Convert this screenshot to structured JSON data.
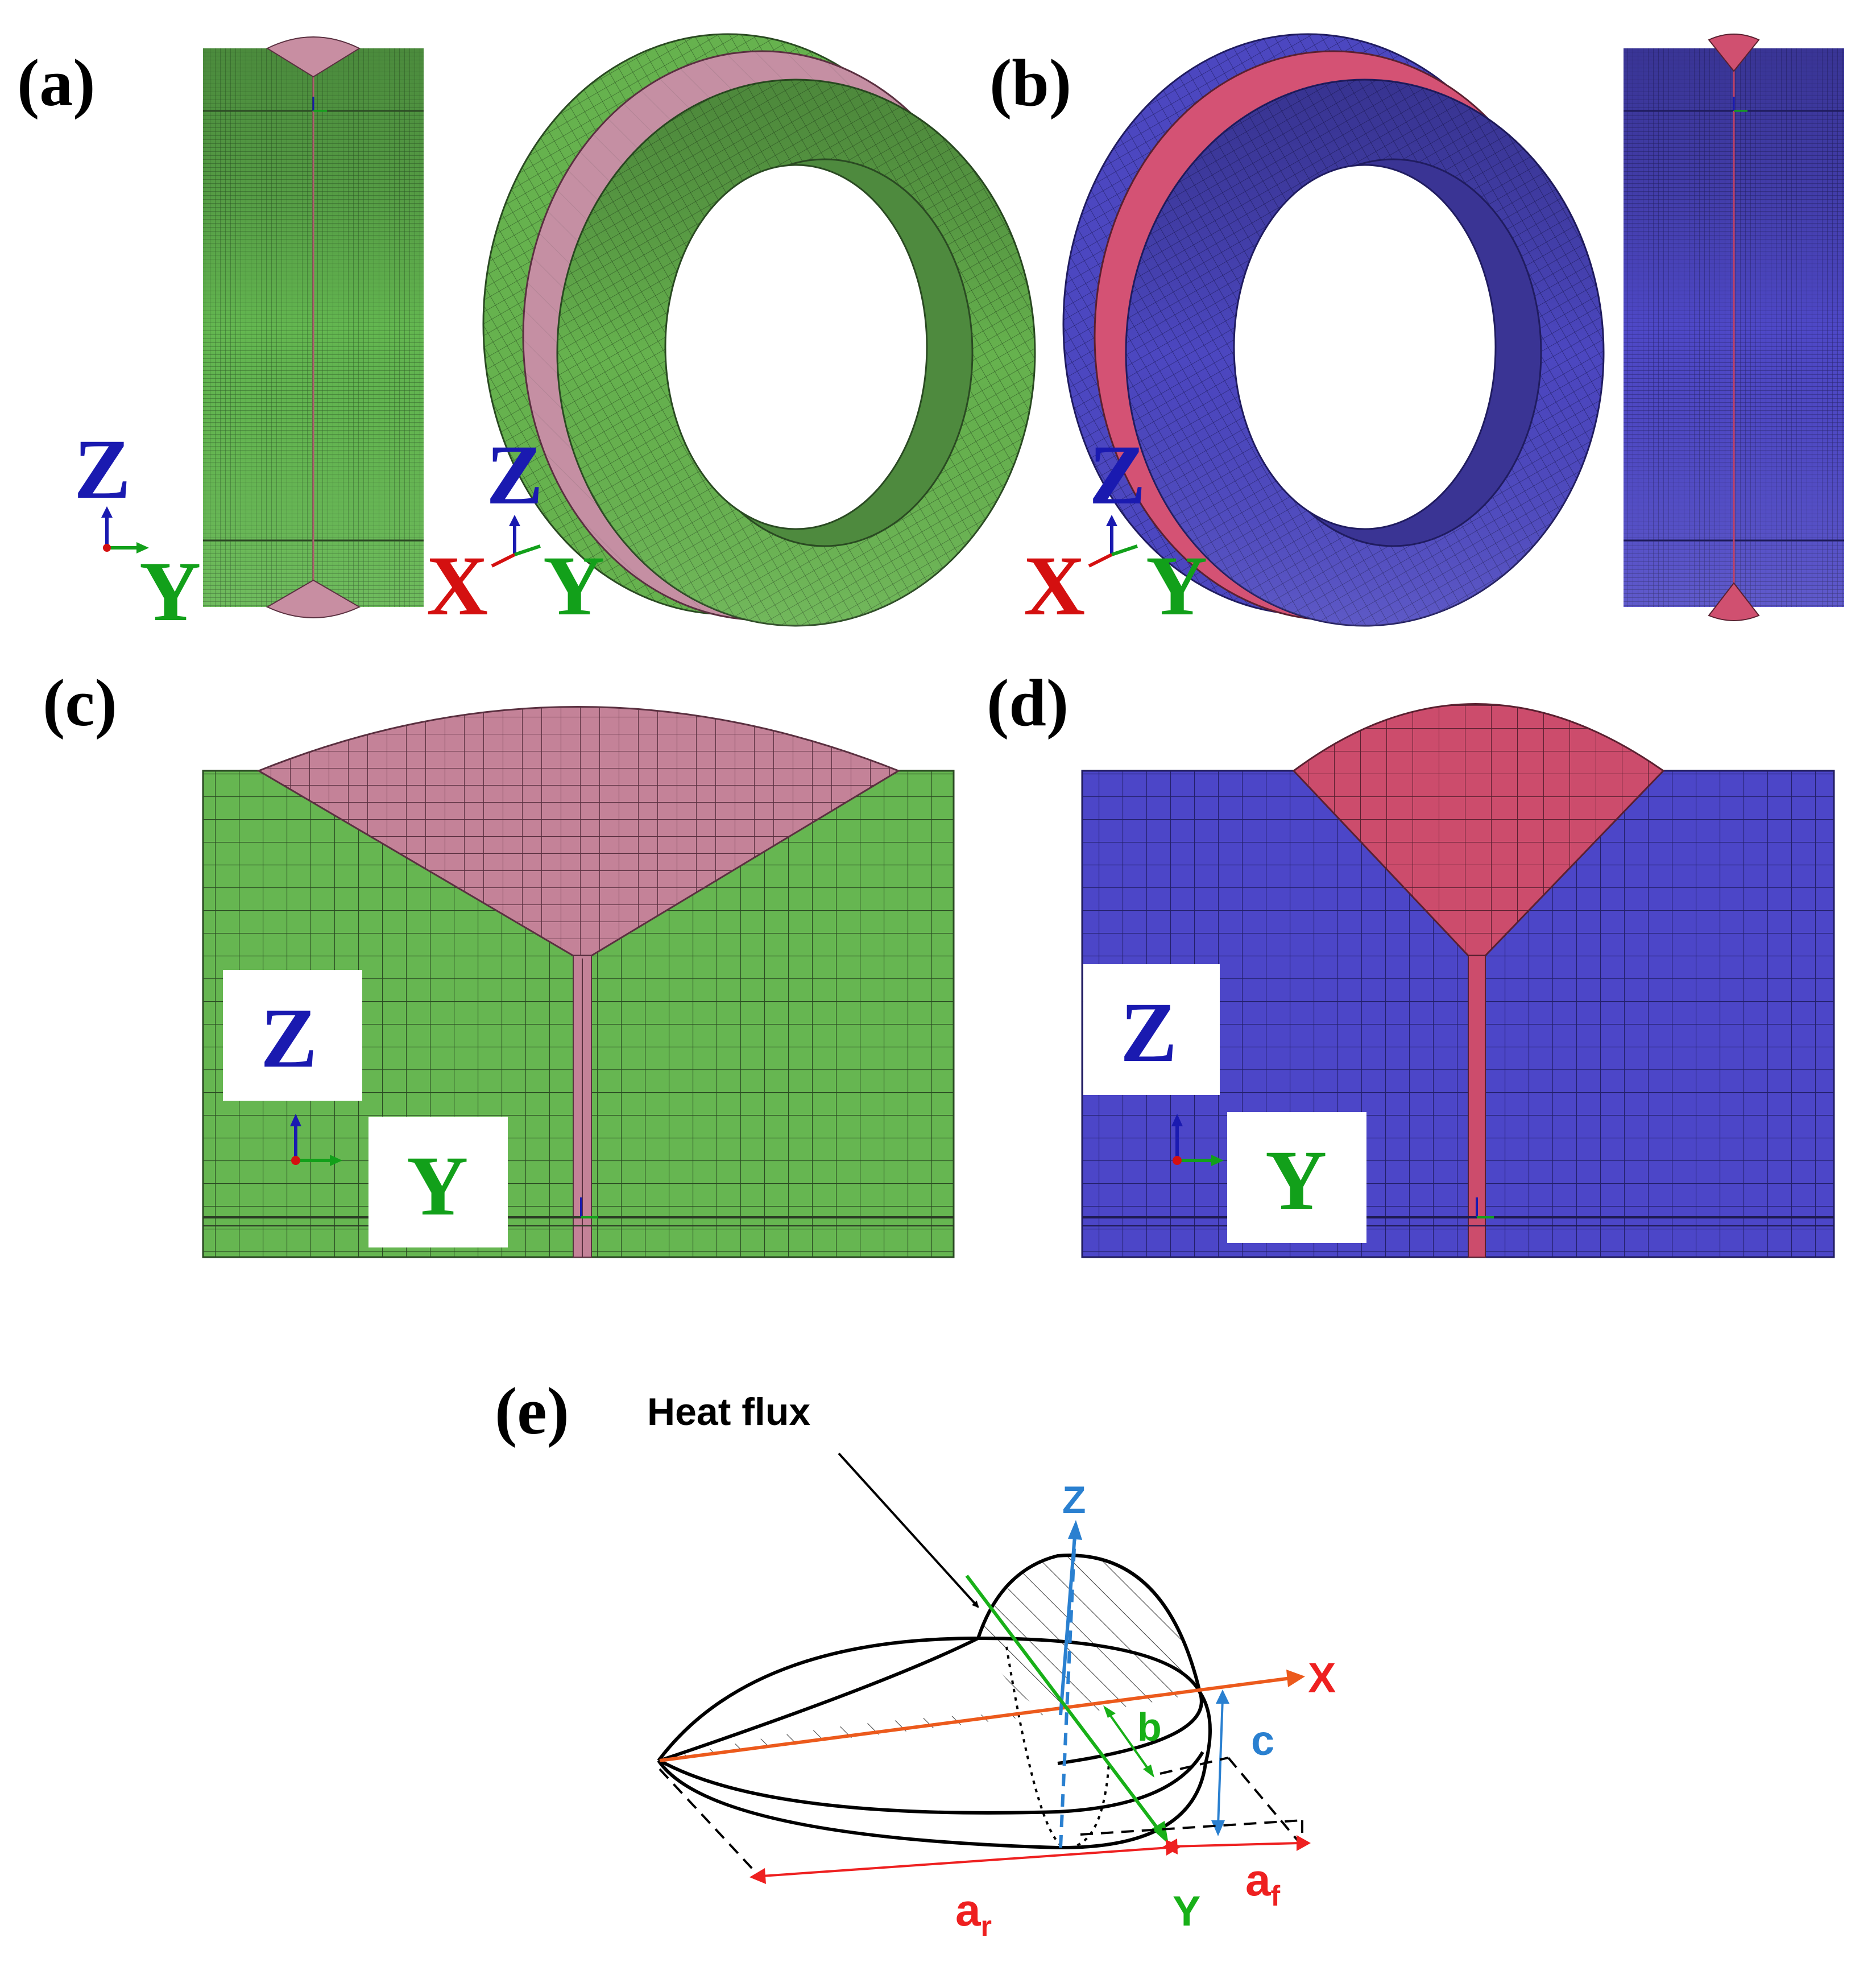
{
  "panels": {
    "a": "(a)",
    "b": "(b)",
    "c": "(c)",
    "d": "(d)",
    "e": "(e)"
  },
  "axes": {
    "x": "X",
    "y": "Y",
    "z": "Z"
  },
  "heat_source": {
    "heat_flux_label": "Heat flux",
    "b_label": "b",
    "c_label": "c",
    "ar_main": "a",
    "ar_sub": "r",
    "af_main": "a",
    "af_sub": "f",
    "x_axis": "X",
    "y_axis": "Y",
    "z_axis": "Z"
  },
  "colors": {
    "green_base_metal": "#62b44e",
    "green_weld": "#c98ca0",
    "blue_base_metal": "#4e48c4",
    "blue_weld": "#cf5070",
    "axis_x": "#d41010",
    "axis_y": "#12a01a",
    "axis_z": "#1a1ab0",
    "diagram_x": "#ec5a1c",
    "diagram_y": "#18b018",
    "diagram_z": "#2a80d0",
    "dimension_red": "#ee2020"
  }
}
